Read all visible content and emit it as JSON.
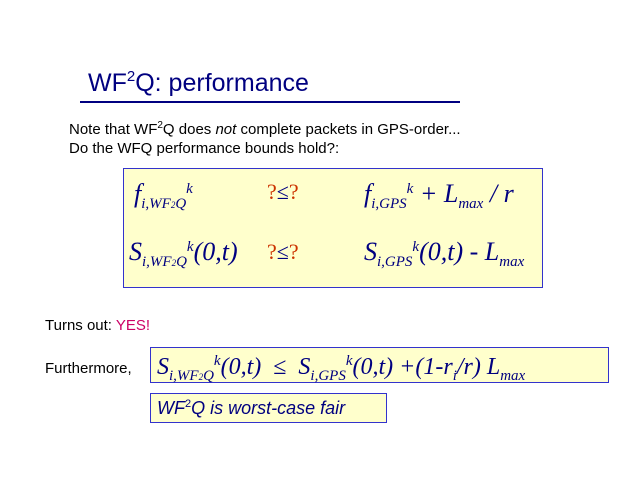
{
  "title": {
    "main": "WF",
    "sup": "2",
    "rest": "Q: performance"
  },
  "note": {
    "line1_a": "Note that WF",
    "line1_sup": "2",
    "line1_b": "Q does ",
    "line1_not": "not",
    "line1_c": " complete packets in GPS-order...",
    "line2": "Do the WFQ performance bounds hold?:"
  },
  "bounds": {
    "row1_left_base": "f",
    "row1_left_sub": "i,WF",
    "row1_left_tiny_sup": "2",
    "row1_left_sub_end": "Q",
    "row1_left_sup": "k",
    "row1_relation_a": "?",
    "row1_relation_le": "≤",
    "row1_relation_b": "?",
    "row1_right_base": "f",
    "row1_right_sub": "i,GPS",
    "row1_right_sup": "k",
    "row1_right_plus": " + L",
    "row1_right_max": "max",
    "row1_right_tail": " / r",
    "row2_left_base": "S",
    "row2_left_sub": "i,WF",
    "row2_left_tiny_sup": "2",
    "row2_left_sub_end": "Q",
    "row2_left_sup": "k",
    "row2_left_tail": "(0,t)",
    "row2_relation_a": "?",
    "row2_relation_le": "≤",
    "row2_relation_b": "?",
    "row2_right_base": "S",
    "row2_right_sub": "i,GPS",
    "row2_right_sup": "k",
    "row2_right_tail": "(0,t) - L",
    "row2_right_max": "max"
  },
  "turns_out": {
    "label": "Turns out: ",
    "answer": "YES!"
  },
  "furthermore": {
    "label": "Furthermore,",
    "base1": "S",
    "sub1": "i,WF",
    "tiny_sup": "2",
    "sub1_end": "Q",
    "sup1": "k",
    "part1": "(0,t)",
    "le": "≤",
    "base2": "S",
    "sub2": "i,GPS",
    "sup2": "k",
    "part2": "(0,t) +(1-r",
    "sub3": "i",
    "part3": "/r) L",
    "sub4": "max"
  },
  "conclusion": {
    "a": "WF",
    "sup": "2",
    "b": "Q is worst-case fair"
  },
  "colors": {
    "title": "#000080",
    "box_fill": "#ffffcc",
    "box_border": "#3333cc",
    "question": "#cc3300",
    "yes": "#cc0066"
  }
}
